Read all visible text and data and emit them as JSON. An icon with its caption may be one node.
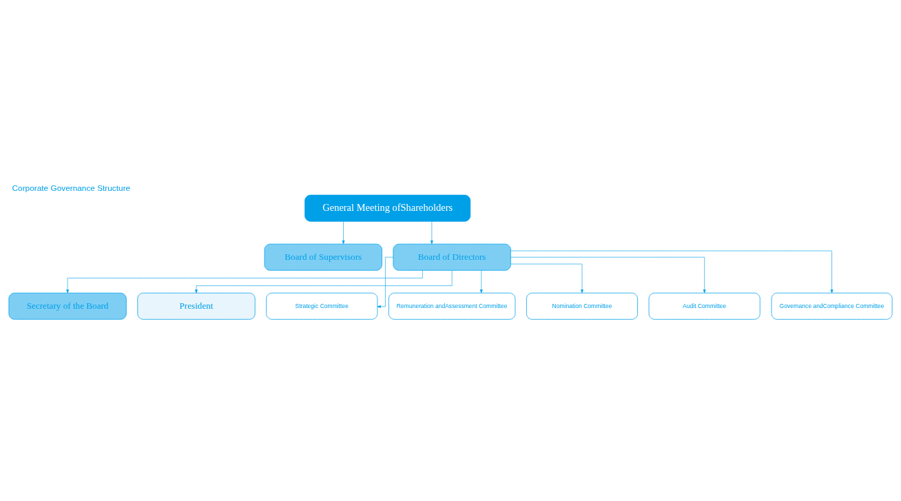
{
  "diagram": {
    "title": "Corporate Governance Structure",
    "nodes": [
      {
        "text": [
          "General Meeting ofShareholders"
        ]
      },
      {
        "text": [
          "Board of Supervisors"
        ]
      },
      {
        "text": [
          "Board of Directors"
        ]
      },
      {
        "text": [
          "Secretary of the Board"
        ]
      },
      {
        "text": [
          "President"
        ]
      },
      {
        "text": [
          "Strategic Committee"
        ]
      },
      {
        "text": [
          "Remuneration andAssessment Committee"
        ]
      },
      {
        "text": [
          "Nomination Committee"
        ]
      },
      {
        "text": [
          "Audit Committee"
        ]
      },
      {
        "text": [
          "Governance andCompliance Committee"
        ]
      }
    ],
    "edges": [
      {
        "from": 0,
        "to": 1,
        "arrow": "to"
      },
      {
        "from": 0,
        "to": 2,
        "arrow": "to"
      },
      {
        "from": 2,
        "to": 3,
        "arrow": "to"
      },
      {
        "from": 2,
        "to": 4,
        "arrow": "to"
      },
      {
        "from": 2,
        "to": 5,
        "arrow": "to"
      },
      {
        "from": 2,
        "to": 6,
        "arrow": "to"
      },
      {
        "from": 2,
        "to": 7,
        "arrow": "to"
      },
      {
        "from": 2,
        "to": 8,
        "arrow": "to"
      },
      {
        "from": 2,
        "to": 9,
        "arrow": "to"
      }
    ]
  }
}
